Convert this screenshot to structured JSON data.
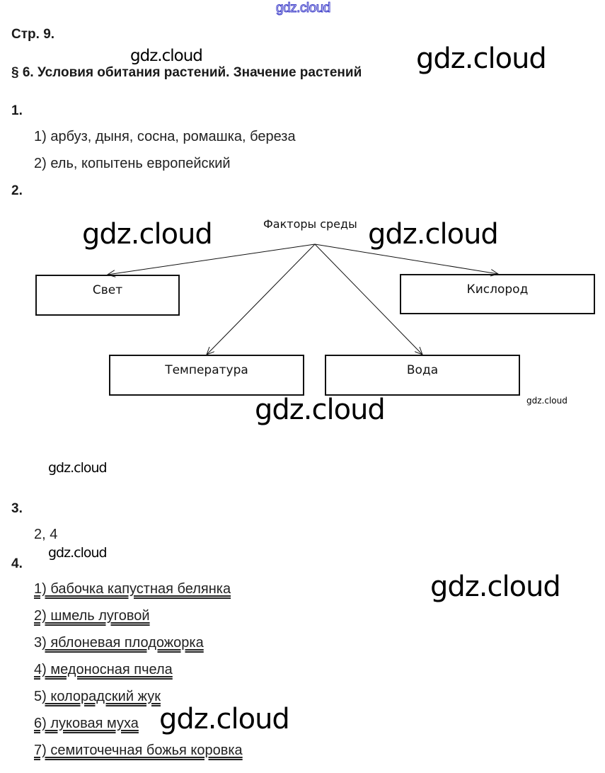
{
  "watermarks": {
    "top": "gdz.cloud",
    "text": "gdz.cloud"
  },
  "page_label": "Стр. 9.",
  "section_title": "§ 6. Условия обитания растений. Значение растений",
  "questions": [
    {
      "number": "1.",
      "answers": [
        "1) арбуз, дыня, сосна, ромашка, береза",
        "2) ель, копытень европейский"
      ]
    },
    {
      "number": "2.",
      "diagram": {
        "root": "Факторы среды",
        "nodes": [
          "Свет",
          "Кислород",
          "Температура",
          "Вода"
        ]
      }
    },
    {
      "number": "3.",
      "answer": "2, 4"
    },
    {
      "number": "4.",
      "items": [
        {
          "prefix": "",
          "text": "1) бабочка капустная белянка"
        },
        {
          "prefix": "",
          "text": "2) шмель луговой"
        },
        {
          "prefix": "3",
          "text": ") яблоневая плодожорка"
        },
        {
          "prefix": "",
          "text": "4) медоносная пчела"
        },
        {
          "prefix": "5",
          "text": ") колорадский жук"
        },
        {
          "prefix": "",
          "text": "6) луковая муха"
        },
        {
          "prefix": "",
          "text": "7) семиточечная божья коровка"
        }
      ]
    }
  ]
}
